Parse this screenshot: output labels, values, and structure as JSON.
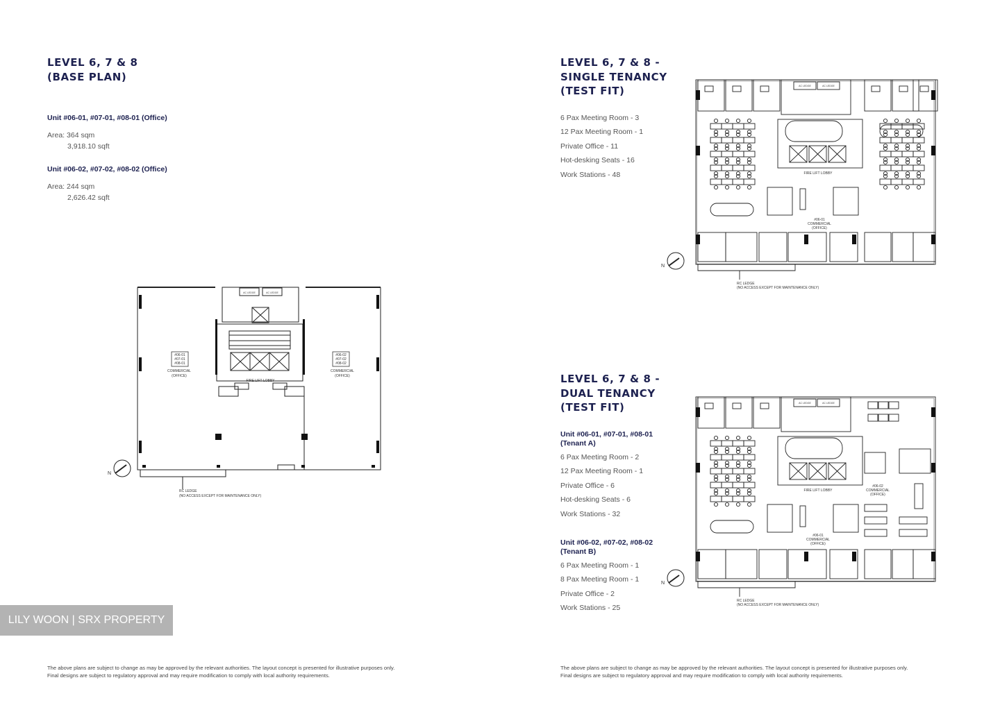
{
  "left": {
    "title_line1": "LEVEL 6, 7 & 8",
    "title_line2": "(BASE PLAN)",
    "units": [
      {
        "heading": "Unit #06-01, #07-01, #08-01 (Office)",
        "area_sqm": "Area: 364 sqm",
        "area_sqft": "3,918.10 sqft"
      },
      {
        "heading": "Unit #06-02, #07-02, #08-02 (Office)",
        "area_sqm": "Area: 244 sqm",
        "area_sqft": "2,626.42 sqft"
      }
    ],
    "plan": {
      "unit1": [
        "#06-01",
        "#07-01",
        "#08-01"
      ],
      "unit2": [
        "#06-02",
        "#07-02",
        "#08-02"
      ],
      "use": "COMMERCIAL",
      "use2": "(OFFICE)",
      "lobby": "FIRE LIFT LOBBY",
      "ac_ledge": "AC LEDGE",
      "rc_ledge": "RC LEDGE",
      "rc_note": "(NO ACCESS EXCEPT FOR MAINTENANCE ONLY)",
      "north": "N"
    },
    "footer_line1": "The above plans are subject to change as may be approved by the relevant authorities. The layout concept is presented for illustrative purposes only.",
    "footer_line2": "Final designs are subject to regulatory approval and may require modification to comply with local authority requirements."
  },
  "single": {
    "title_line1": "LEVEL 6, 7 & 8 -",
    "title_line2": "SINGLE TENANCY",
    "title_line3": "(TEST FIT)",
    "items": [
      "6 Pax Meeting Room - 3",
      "12 Pax Meeting Room - 1",
      "Private Office - 11",
      "Hot-desking Seats - 16",
      "Work Stations - 48"
    ],
    "plan": {
      "unit": "#06-01",
      "use": "COMMERCIAL",
      "use2": "(OFFICE)",
      "lobby": "FIRE LIFT LOBBY",
      "ac_ledge": "AC LEDGE",
      "rc_ledge": "RC LEDGE",
      "rc_note": "(NO ACCESS EXCEPT FOR MAINTENANCE ONLY)",
      "north": "N"
    }
  },
  "dual": {
    "title_line1": "LEVEL 6, 7 & 8 -",
    "title_line2": "DUAL TENANCY",
    "title_line3": "(TEST FIT)",
    "tenant_a": {
      "heading1": "Unit #06-01, #07-01, #08-01",
      "heading2": "(Tenant A)",
      "items": [
        "6 Pax Meeting Room - 2",
        "12 Pax Meeting Room - 1",
        "Private Office - 6",
        "Hot-desking Seats - 6",
        "Work Stations - 32"
      ]
    },
    "tenant_b": {
      "heading1": "Unit #06-02, #07-02, #08-02",
      "heading2": "(Tenant B)",
      "items": [
        "6 Pax Meeting Room - 1",
        "8 Pax Meeting Room - 1",
        "Private Office - 2",
        "Work Stations - 25"
      ]
    },
    "plan": {
      "unit_a": "#06-01",
      "unit_b": "#06-02",
      "use": "COMMERCIAL",
      "use2": "(OFFICE)",
      "lobby": "FIRE LIFT LOBBY",
      "ac_ledge": "AC LEDGE",
      "rc_ledge": "RC LEDGE",
      "rc_note": "(NO ACCESS EXCEPT FOR MAINTENANCE ONLY)",
      "north": "N"
    },
    "footer_line1": "The above plans are subject to change as may be approved by the relevant authorities. The layout concept is presented for illustrative purposes only.",
    "footer_line2": "Final designs are subject to regulatory approval and may require modification to comply with local authority requirements."
  },
  "watermark": "LILY WOON | SRX PROPERTY",
  "colors": {
    "heading": "#1d2150",
    "text": "#555555",
    "watermark_bg": "#b3b3b3"
  }
}
